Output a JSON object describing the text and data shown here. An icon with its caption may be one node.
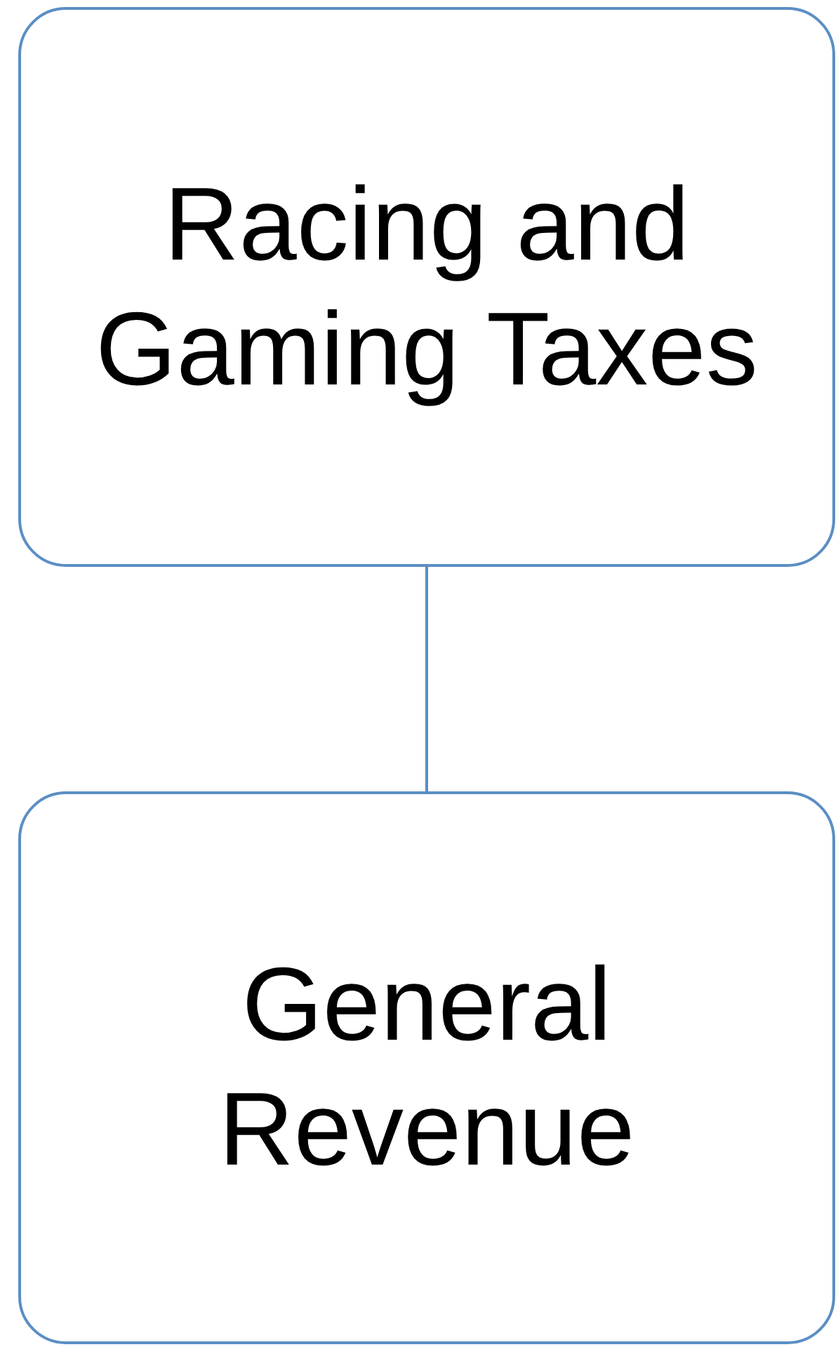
{
  "diagram": {
    "nodes": [
      {
        "text": [
          "Racing and Gaming Taxes"
        ]
      },
      {
        "text": [
          "General Revenue"
        ]
      }
    ],
    "edges": [
      {
        "from": 0,
        "to": 1,
        "arrow": "none"
      }
    ]
  }
}
